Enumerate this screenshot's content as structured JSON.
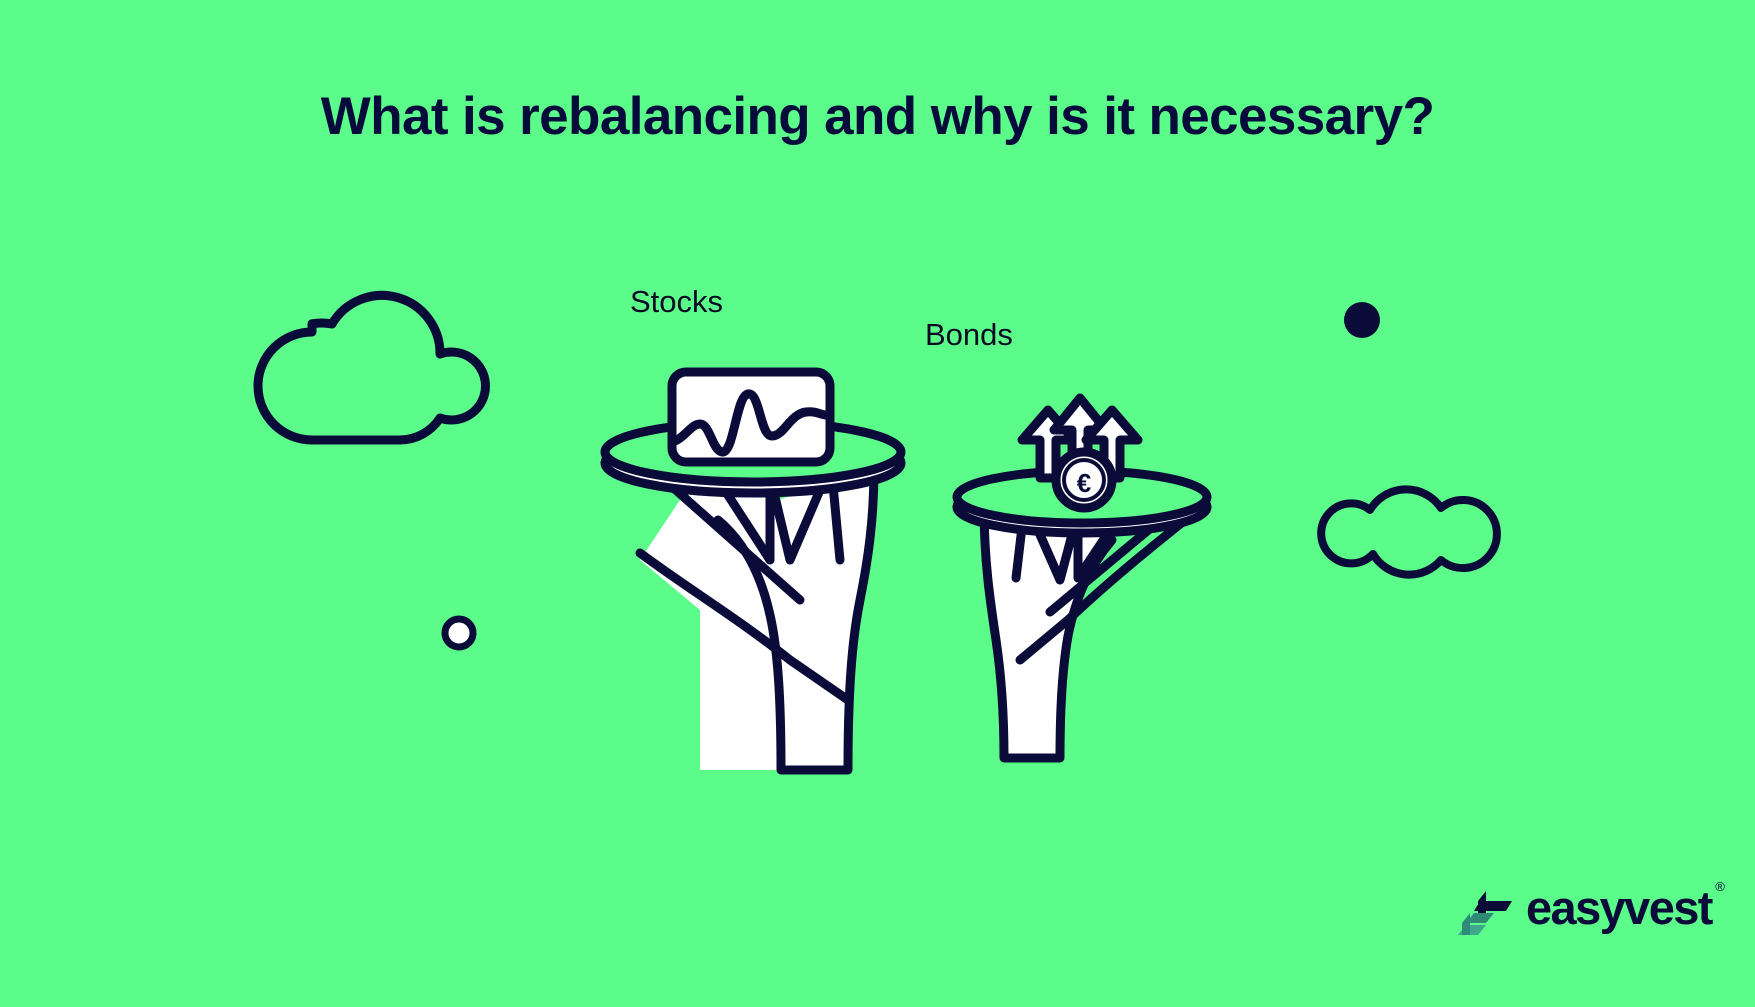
{
  "page": {
    "background_color": "#5BFC8A",
    "ink_color": "#0A0B38",
    "fill_color": "#FFFFFF",
    "accent_teal": "#2E8B77"
  },
  "title": {
    "text": "What is rebalancing and why is it necessary?"
  },
  "illustration": {
    "left_tray": {
      "label": "Stocks",
      "icon": "line-chart-card-icon"
    },
    "right_tray": {
      "label": "Bonds",
      "icon": "euro-coin-arrows-icon",
      "currency_symbol": "€"
    },
    "decorations": [
      {
        "name": "cloud-large",
        "type": "cloud-outline"
      },
      {
        "name": "cloud-small",
        "type": "cloud-outline"
      },
      {
        "name": "dot-filled",
        "type": "dot-solid"
      },
      {
        "name": "dot-outline",
        "type": "dot-hollow"
      }
    ]
  },
  "logo": {
    "wordmark": "easyvest",
    "registered_mark": "®",
    "mark": "easyvest-stairs-icon"
  }
}
